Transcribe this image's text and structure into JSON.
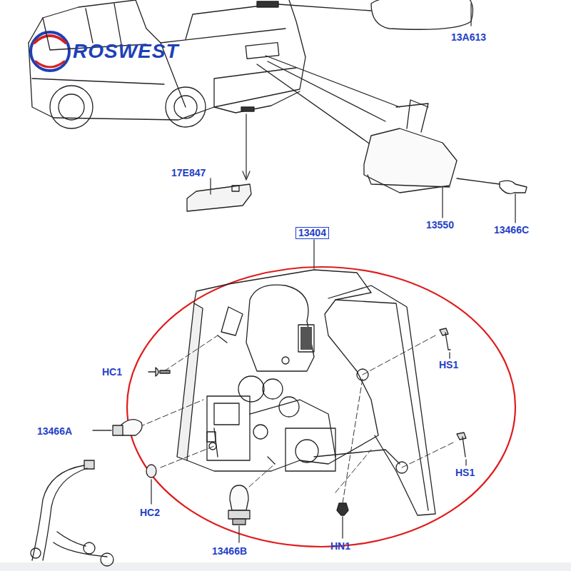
{
  "diagram": {
    "nodes": [
      {
        "text": [
          "13404"
        ]
      }
    ],
    "labels": [
      "ROSWEST",
      "13A613",
      "17E847",
      "13550",
      "13466C",
      "HC1",
      "HS1",
      "13466A",
      "HS1",
      "HC2",
      "13466B",
      "HN1"
    ]
  }
}
